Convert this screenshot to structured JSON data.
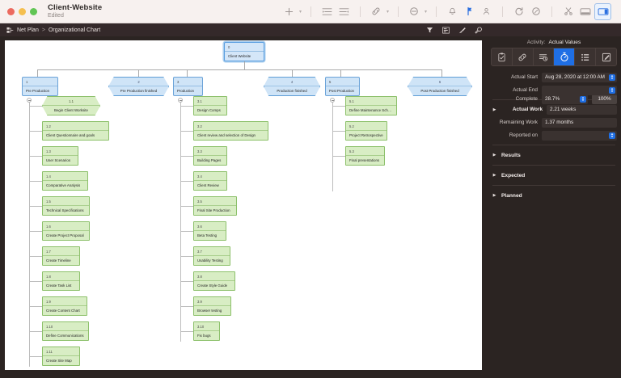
{
  "window": {
    "title": "Client-Website",
    "subtitle": "Edited",
    "traffic_lights": [
      "close-button",
      "minimize-button",
      "zoom-button"
    ]
  },
  "toolbar": {
    "items": [
      {
        "name": "add-button",
        "icon": "plus-icon",
        "label": "+"
      },
      {
        "name": "add-menu-caret",
        "icon": "chevron-down-icon",
        "label": "v"
      },
      {
        "name": "indent-button",
        "icon": "indent-icon",
        "label": ""
      },
      {
        "name": "outdent-button",
        "icon": "outdent-icon",
        "label": ""
      },
      {
        "name": "link-button",
        "icon": "link-icon",
        "label": ""
      },
      {
        "name": "link-menu-caret",
        "icon": "chevron-down-icon",
        "label": "v"
      },
      {
        "name": "no-entry-button",
        "icon": "circle-minus-icon",
        "label": ""
      },
      {
        "name": "no-entry-caret",
        "icon": "chevron-down-icon",
        "label": "v"
      },
      {
        "name": "alert-button",
        "icon": "bell-icon",
        "label": ""
      },
      {
        "name": "flag-button",
        "icon": "flag-icon",
        "label": ""
      },
      {
        "name": "resource-button",
        "icon": "person-icon",
        "label": ""
      },
      {
        "name": "refresh-button",
        "icon": "refresh-icon",
        "label": ""
      },
      {
        "name": "baseline-button",
        "icon": "clock-dial-icon",
        "label": ""
      },
      {
        "name": "scissors-button",
        "icon": "scissors-icon",
        "label": ""
      },
      {
        "name": "view-toggle-button",
        "icon": "panel-bottom-icon",
        "label": ""
      },
      {
        "name": "inspector-toggle-button",
        "icon": "panel-right-icon",
        "label": ""
      }
    ]
  },
  "breadcrumb": {
    "icon": "chart-structure-icon",
    "items": [
      "Net Plan",
      "Organizational Chart"
    ],
    "separator": ">",
    "tools": [
      {
        "name": "filter-button",
        "icon": "filter-icon"
      },
      {
        "name": "outline-button",
        "icon": "outline-icon"
      },
      {
        "name": "brush-button",
        "icon": "brush-icon"
      },
      {
        "name": "wrench-button",
        "icon": "wrench-icon"
      }
    ]
  },
  "chart_data": {
    "type": "diagram",
    "title": "Organizational Chart",
    "root": {
      "id": "0",
      "label": "Client Website",
      "shape": "rect",
      "color": "#d4e6f8",
      "selected": true
    },
    "phases": [
      {
        "id": "1",
        "label": "Pre Production",
        "shape": "rect",
        "color": "#cfe4f7"
      },
      {
        "id": "2",
        "label": "Pre Production finished",
        "shape": "hexagon",
        "color": "#cfe4f7"
      },
      {
        "id": "3",
        "label": "Production",
        "shape": "rect",
        "color": "#cfe4f7"
      },
      {
        "id": "4",
        "label": "Production finished",
        "shape": "hexagon",
        "color": "#cfe4f7"
      },
      {
        "id": "5",
        "label": "Post Production",
        "shape": "rect",
        "color": "#cfe4f7"
      },
      {
        "id": "6",
        "label": "Post Production finished",
        "shape": "hexagon",
        "color": "#cfe4f7"
      }
    ],
    "tasks_col1": [
      {
        "id": "1.1",
        "label": "Begin Client Worksite",
        "shape": "hexagon",
        "color": "#d8edc4"
      },
      {
        "id": "1.2",
        "label": "Client Questionnaire and goals",
        "shape": "rect",
        "color": "#d8edc4"
      },
      {
        "id": "1.3",
        "label": "User Scenarios",
        "shape": "rect",
        "color": "#d8edc4"
      },
      {
        "id": "1.4",
        "label": "Comparative Analysis",
        "shape": "rect",
        "color": "#d8edc4"
      },
      {
        "id": "1.5",
        "label": "Technical Specifications",
        "shape": "rect",
        "color": "#d8edc4"
      },
      {
        "id": "1.6",
        "label": "Create Project Proposal",
        "shape": "rect",
        "color": "#d8edc4"
      },
      {
        "id": "1.7",
        "label": "Create Timeline",
        "shape": "rect",
        "color": "#d8edc4"
      },
      {
        "id": "1.8",
        "label": "Create Task List",
        "shape": "rect",
        "color": "#d8edc4"
      },
      {
        "id": "1.9",
        "label": "Create Content Chart",
        "shape": "rect",
        "color": "#d8edc4"
      },
      {
        "id": "1.10",
        "label": "Define Communications",
        "shape": "rect",
        "color": "#d8edc4"
      },
      {
        "id": "1.11",
        "label": "Create Site Map",
        "shape": "rect",
        "color": "#d8edc4"
      }
    ],
    "tasks_col3": [
      {
        "id": "3.1",
        "label": "Design Comps",
        "shape": "rect",
        "color": "#d8edc4"
      },
      {
        "id": "3.2",
        "label": "Client review and selection of Design",
        "shape": "rect",
        "color": "#d8edc4"
      },
      {
        "id": "3.3",
        "label": "Building Pages",
        "shape": "rect",
        "color": "#d8edc4"
      },
      {
        "id": "3.4",
        "label": "Client Review",
        "shape": "rect",
        "color": "#d8edc4"
      },
      {
        "id": "3.5",
        "label": "Final Site Production",
        "shape": "rect",
        "color": "#d8edc4"
      },
      {
        "id": "3.6",
        "label": "Beta Testing",
        "shape": "rect",
        "color": "#d8edc4"
      },
      {
        "id": "3.7",
        "label": "Usability Testing",
        "shape": "rect",
        "color": "#d8edc4"
      },
      {
        "id": "3.8",
        "label": "Create Style Guide",
        "shape": "rect",
        "color": "#d8edc4"
      },
      {
        "id": "3.9",
        "label": "Browser testing",
        "shape": "rect",
        "color": "#d8edc4"
      },
      {
        "id": "3.10",
        "label": "Fix bugs",
        "shape": "rect",
        "color": "#d8edc4"
      }
    ],
    "tasks_col5": [
      {
        "id": "5.1",
        "label": "Define Maintenance Schedule",
        "shape": "rect",
        "color": "#d8edc4"
      },
      {
        "id": "5.2",
        "label": "Project Retrospective",
        "shape": "rect",
        "color": "#d8edc4"
      },
      {
        "id": "5.3",
        "label": "Final presentations",
        "shape": "rect",
        "color": "#d8edc4"
      }
    ]
  },
  "inspector": {
    "header_label": "Activity:",
    "header_value": "Actual Values",
    "tabs": [
      {
        "name": "tab-general",
        "icon": "clipboard-check-icon",
        "active": false
      },
      {
        "name": "tab-links",
        "icon": "link-icon",
        "active": false
      },
      {
        "name": "tab-schedule",
        "icon": "task-info-icon",
        "active": false
      },
      {
        "name": "tab-actual-values",
        "icon": "stopwatch-icon",
        "active": true
      },
      {
        "name": "tab-list",
        "icon": "list-icon",
        "active": false
      },
      {
        "name": "tab-notes",
        "icon": "pencil-icon",
        "active": false
      }
    ],
    "accent": "#1f6fe5",
    "fields": {
      "actual_start_label": "Actual Start",
      "actual_start_value": "Aug 28, 2020 at 12:00 AM",
      "actual_end_label": "Actual End",
      "actual_end_value": "",
      "complete_label": "Complete",
      "complete_value": "28.7%",
      "complete_button": "100%",
      "actual_work_label": "Actual Work",
      "actual_work_value": "2.21 weeks",
      "remaining_work_label": "Remaining Work",
      "remaining_work_value": "1.37 months",
      "reported_on_label": "Reported on",
      "reported_on_value": ""
    },
    "sections": [
      {
        "name": "section-results",
        "label": "Results"
      },
      {
        "name": "section-expected",
        "label": "Expected"
      },
      {
        "name": "section-planned",
        "label": "Planned"
      }
    ]
  }
}
